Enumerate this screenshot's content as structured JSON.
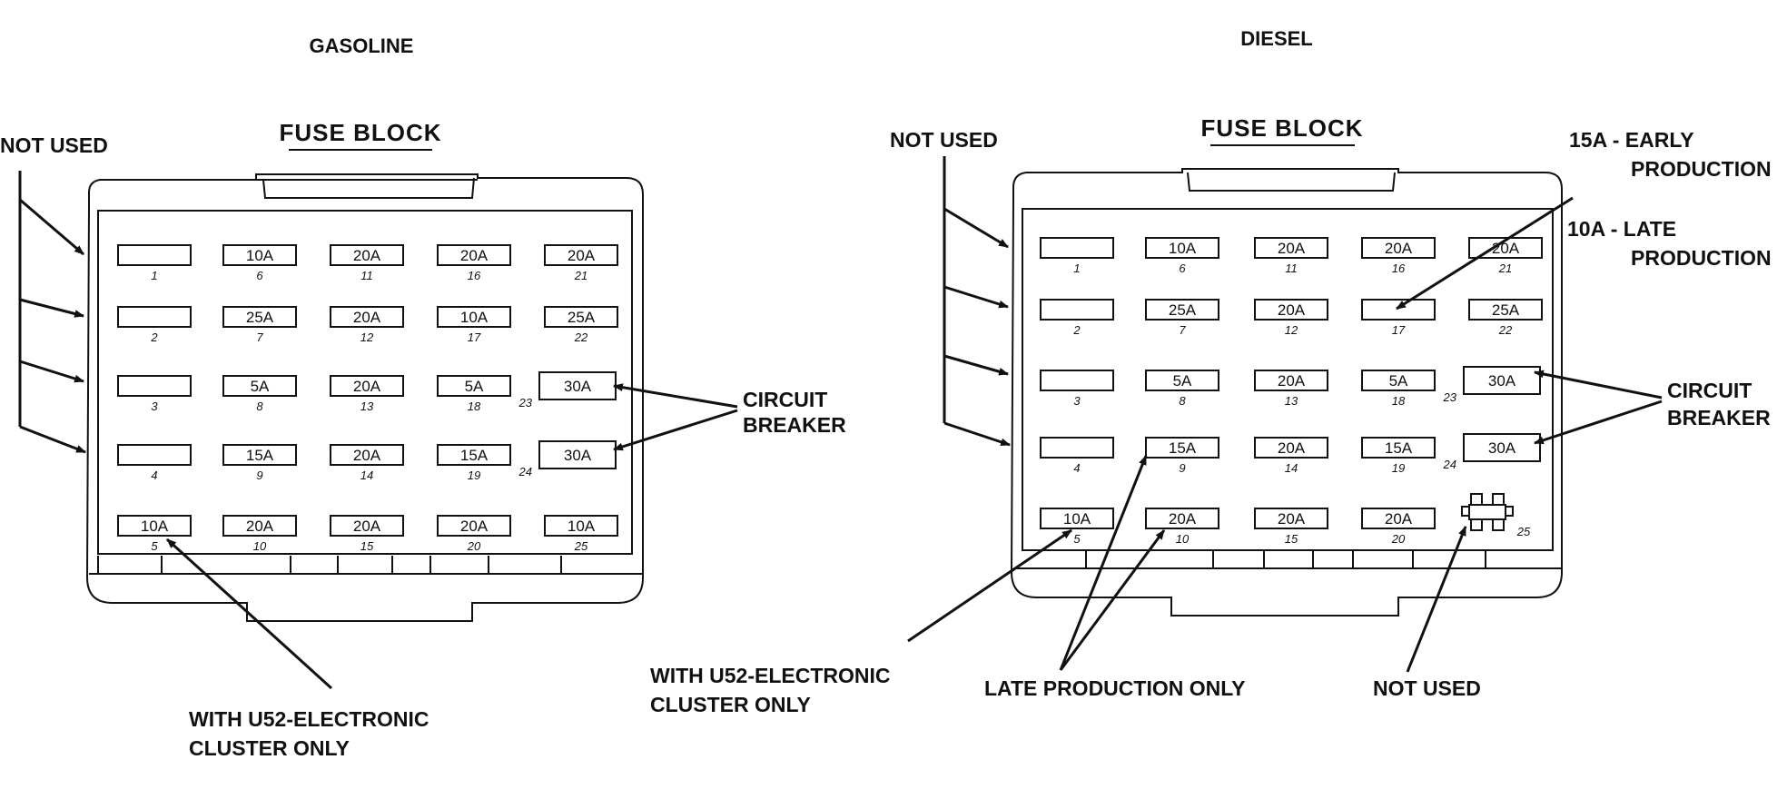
{
  "gasoline": {
    "title": "GASOLINE",
    "fuse_block_label": "FUSE BLOCK",
    "not_used_label": "NOT USED",
    "circuit_breaker_label": [
      "CIRCUIT",
      "BREAKER"
    ],
    "u52_note": [
      "WITH U52-ELECTRONIC",
      "CLUSTER ONLY"
    ],
    "columns": [
      [
        {
          "n": "1",
          "a": ""
        },
        {
          "n": "2",
          "a": ""
        },
        {
          "n": "3",
          "a": ""
        },
        {
          "n": "4",
          "a": ""
        },
        {
          "n": "5",
          "a": "10A"
        }
      ],
      [
        {
          "n": "6",
          "a": "10A"
        },
        {
          "n": "7",
          "a": "25A"
        },
        {
          "n": "8",
          "a": "5A"
        },
        {
          "n": "9",
          "a": "15A"
        },
        {
          "n": "10",
          "a": "20A"
        }
      ],
      [
        {
          "n": "11",
          "a": "20A"
        },
        {
          "n": "12",
          "a": "20A"
        },
        {
          "n": "13",
          "a": "20A"
        },
        {
          "n": "14",
          "a": "20A"
        },
        {
          "n": "15",
          "a": "20A"
        }
      ],
      [
        {
          "n": "16",
          "a": "20A"
        },
        {
          "n": "17",
          "a": "10A"
        },
        {
          "n": "18",
          "a": "5A"
        },
        {
          "n": "19",
          "a": "15A"
        },
        {
          "n": "20",
          "a": "20A"
        }
      ],
      [
        {
          "n": "21",
          "a": "20A"
        },
        {
          "n": "22",
          "a": "25A"
        },
        {
          "n": "23",
          "a": "30A"
        },
        {
          "n": "24",
          "a": "30A"
        },
        {
          "n": "25",
          "a": "10A"
        }
      ]
    ]
  },
  "diesel": {
    "title": "DIESEL",
    "fuse_block_label": "FUSE BLOCK",
    "not_used_label": "NOT USED",
    "not_used_label_25": "NOT USED",
    "circuit_breaker_label": [
      "CIRCUIT",
      "BREAKER"
    ],
    "u52_note": [
      "WITH U52-ELECTRONIC",
      "CLUSTER ONLY"
    ],
    "late_production_note": "LATE PRODUCTION ONLY",
    "fuse17_note": {
      "early_amp": "15A - EARLY",
      "early_word": "PRODUCTION",
      "late_amp": "10A - LATE",
      "late_word": "PRODUCTION"
    },
    "columns": [
      [
        {
          "n": "1",
          "a": ""
        },
        {
          "n": "2",
          "a": ""
        },
        {
          "n": "3",
          "a": ""
        },
        {
          "n": "4",
          "a": ""
        },
        {
          "n": "5",
          "a": "10A"
        }
      ],
      [
        {
          "n": "6",
          "a": "10A"
        },
        {
          "n": "7",
          "a": "25A"
        },
        {
          "n": "8",
          "a": "5A"
        },
        {
          "n": "9",
          "a": "15A"
        },
        {
          "n": "10",
          "a": "20A"
        }
      ],
      [
        {
          "n": "11",
          "a": "20A"
        },
        {
          "n": "12",
          "a": "20A"
        },
        {
          "n": "13",
          "a": "20A"
        },
        {
          "n": "14",
          "a": "20A"
        },
        {
          "n": "15",
          "a": "20A"
        }
      ],
      [
        {
          "n": "16",
          "a": "20A"
        },
        {
          "n": "17",
          "a": ""
        },
        {
          "n": "18",
          "a": "5A"
        },
        {
          "n": "19",
          "a": "15A"
        },
        {
          "n": "20",
          "a": "20A"
        }
      ],
      [
        {
          "n": "21",
          "a": "20A"
        },
        {
          "n": "22",
          "a": "25A"
        },
        {
          "n": "23",
          "a": "30A"
        },
        {
          "n": "24",
          "a": "30A"
        },
        {
          "n": "25",
          "a": ""
        }
      ]
    ]
  }
}
